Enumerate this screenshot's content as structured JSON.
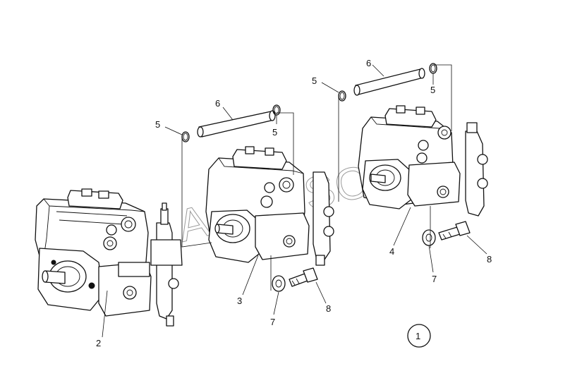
{
  "watermark": "AUTOSOFT",
  "callouts": {
    "c1": "1",
    "c2": "2",
    "c3": "3",
    "c4": "4",
    "c5a": "5",
    "c5b": "5",
    "c5c": "5",
    "c5d": "5",
    "c6a": "6",
    "c6b": "6",
    "c7a": "7",
    "c7b": "7",
    "c8a": "8",
    "c8b": "8"
  }
}
